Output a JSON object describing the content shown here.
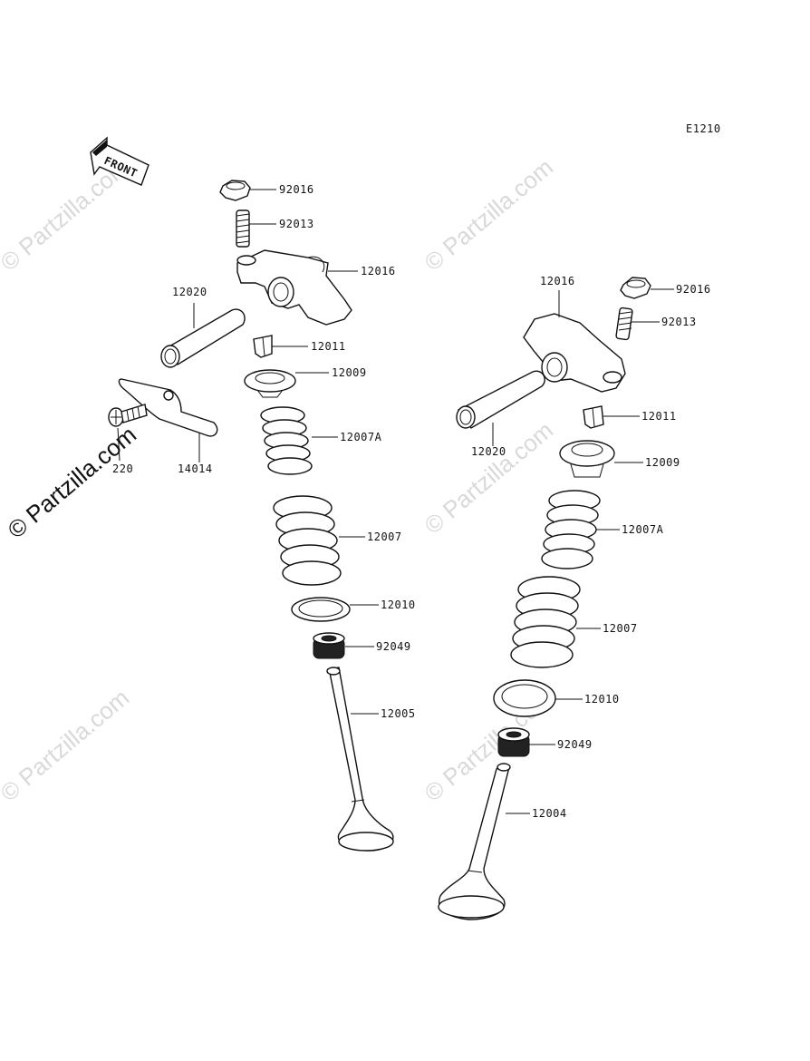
{
  "diagram": {
    "code": "E1210",
    "front_label": "FRONT",
    "watermark": "© Partzilla.com",
    "left_assembly": {
      "nut": "92016",
      "adjuster_screw": "92013",
      "rocker_arm": "12016",
      "rocker_shaft": "12020",
      "collet": "12011",
      "retainer": "12009",
      "inner_spring": "12007A",
      "outer_spring": "12007",
      "seat": "12010",
      "stem_seal": "92049",
      "valve": "12005",
      "plate": "14014",
      "bolt": "220"
    },
    "right_assembly": {
      "rocker_arm": "12016",
      "nut": "92016",
      "adjuster_screw": "92013",
      "collet": "12011",
      "rocker_shaft": "12020",
      "retainer": "12009",
      "inner_spring": "12007A",
      "outer_spring": "12007",
      "seat": "12010",
      "stem_seal": "92049",
      "valve": "12004"
    }
  }
}
